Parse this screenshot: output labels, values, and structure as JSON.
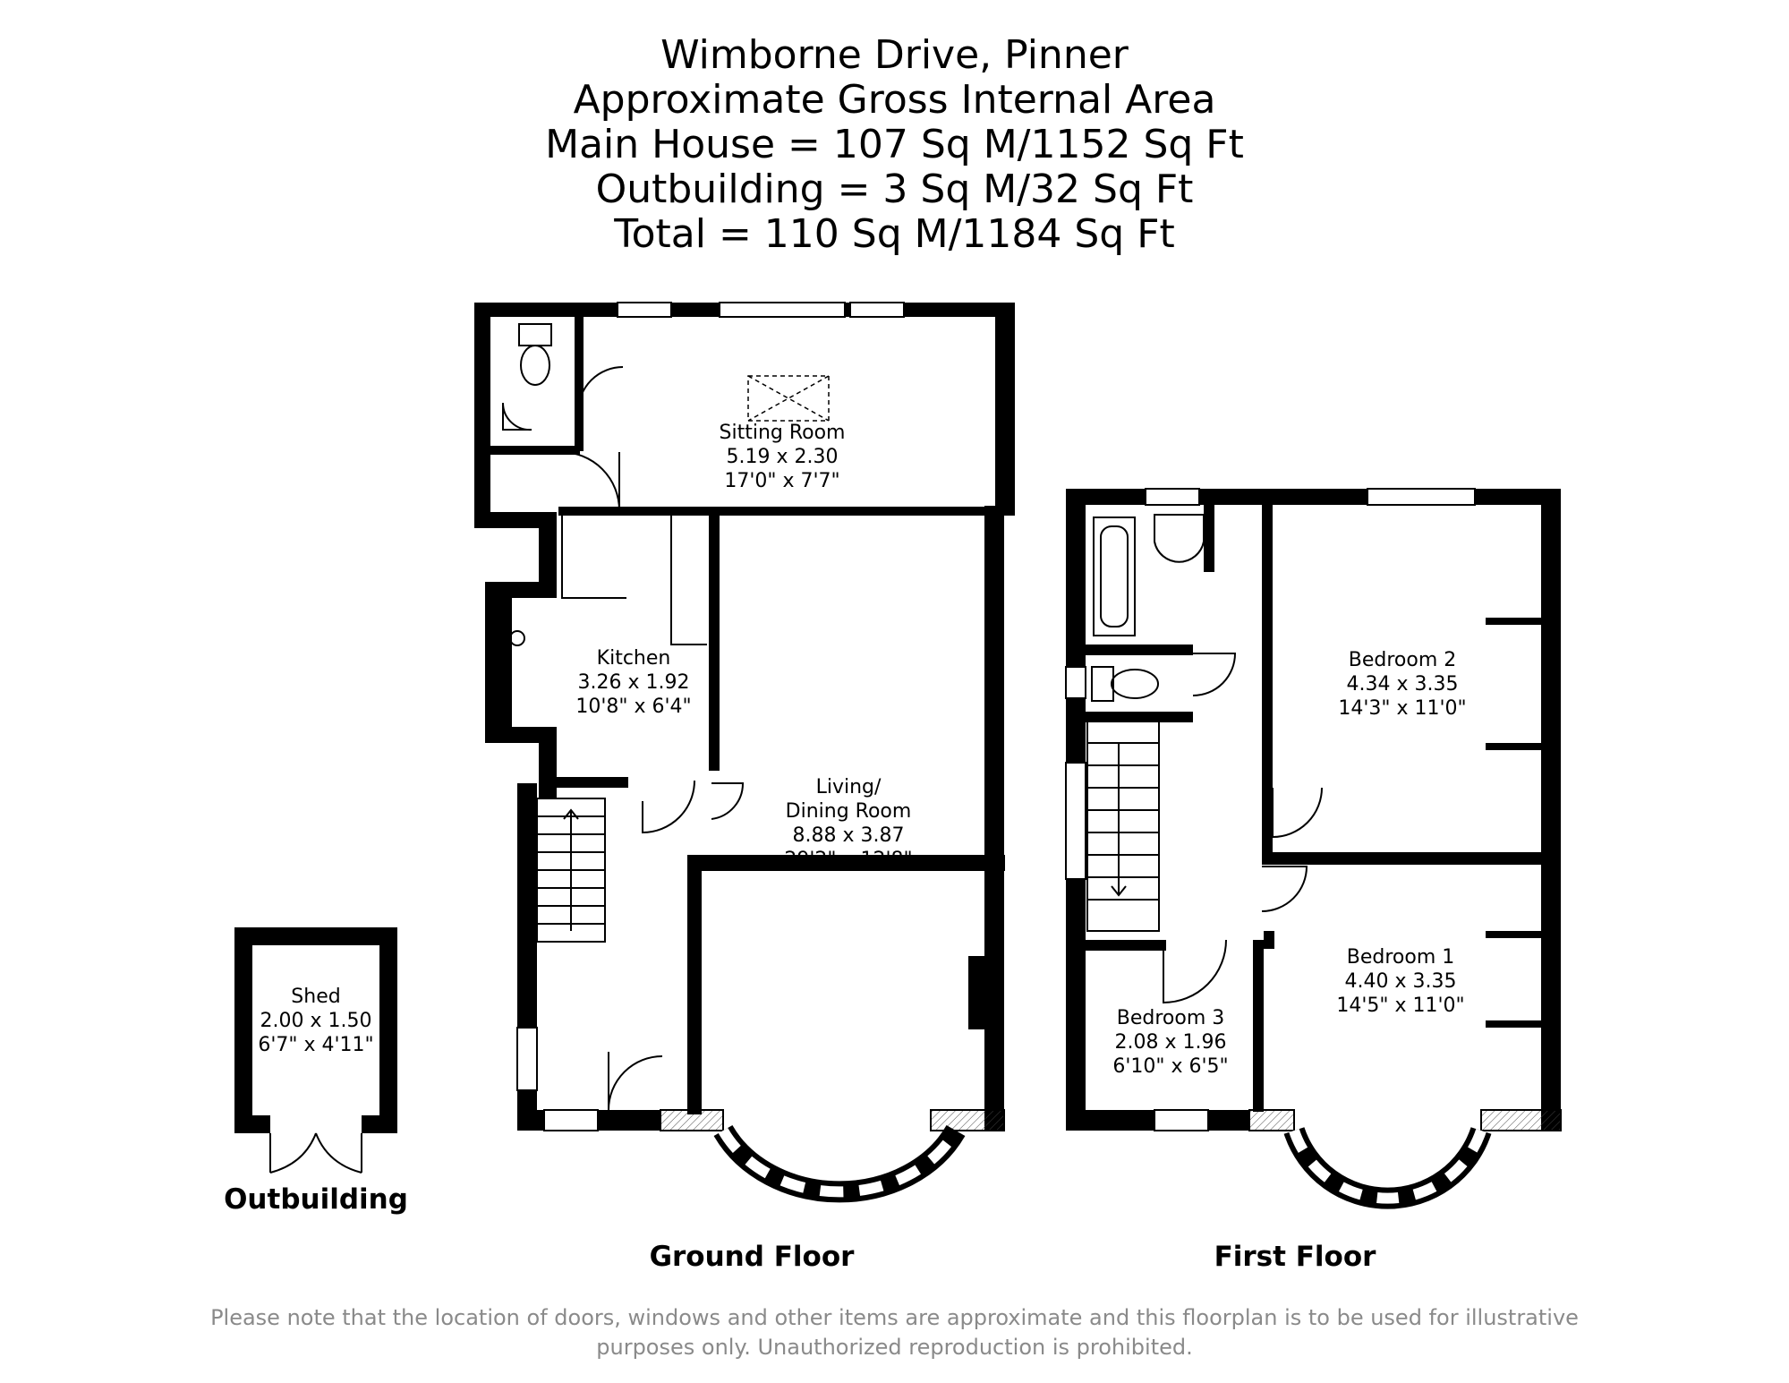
{
  "header": {
    "lines": [
      "Wimborne Drive, Pinner",
      "Approximate Gross Internal Area",
      "Main House = 107 Sq M/1152 Sq Ft",
      "Outbuilding = 3 Sq M/32 Sq Ft",
      "Total = 110 Sq M/1184 Sq Ft"
    ]
  },
  "rooms": {
    "sitting": {
      "name": "Sitting Room",
      "metric": "5.19 x 2.30",
      "imperial": "17'0\" x 7'7\""
    },
    "kitchen": {
      "name": "Kitchen",
      "metric": "3.26 x 1.92",
      "imperial": "10'8\" x 6'4\""
    },
    "living": {
      "name_1": "Living/",
      "name_2": "Dining Room",
      "metric": "8.88 x 3.87",
      "imperial": "29'2\" x 12'8\""
    },
    "shed": {
      "name": "Shed",
      "metric": "2.00 x 1.50",
      "imperial": "6'7\" x 4'11\""
    },
    "bedroom2": {
      "name": "Bedroom 2",
      "metric": "4.34 x 3.35",
      "imperial": "14'3\" x 11'0\""
    },
    "bedroom1": {
      "name": "Bedroom 1",
      "metric": "4.40 x 3.35",
      "imperial": "14'5\" x 11'0\""
    },
    "bedroom3": {
      "name": "Bedroom 3",
      "metric": "2.08 x 1.96",
      "imperial": "6'10\" x 6'5\""
    }
  },
  "floors": {
    "outbuilding": "Outbuilding",
    "ground": "Ground Floor",
    "first": "First Floor"
  },
  "disclaimer": {
    "line1": "Please note that the location of doors, windows and other items are approximate and this floorplan is to be used for illustrative",
    "line2": "purposes only. Unauthorized reproduction is prohibited."
  },
  "colors": {
    "wall": "#000000",
    "note": "#8a8a8a",
    "background": "#ffffff"
  }
}
